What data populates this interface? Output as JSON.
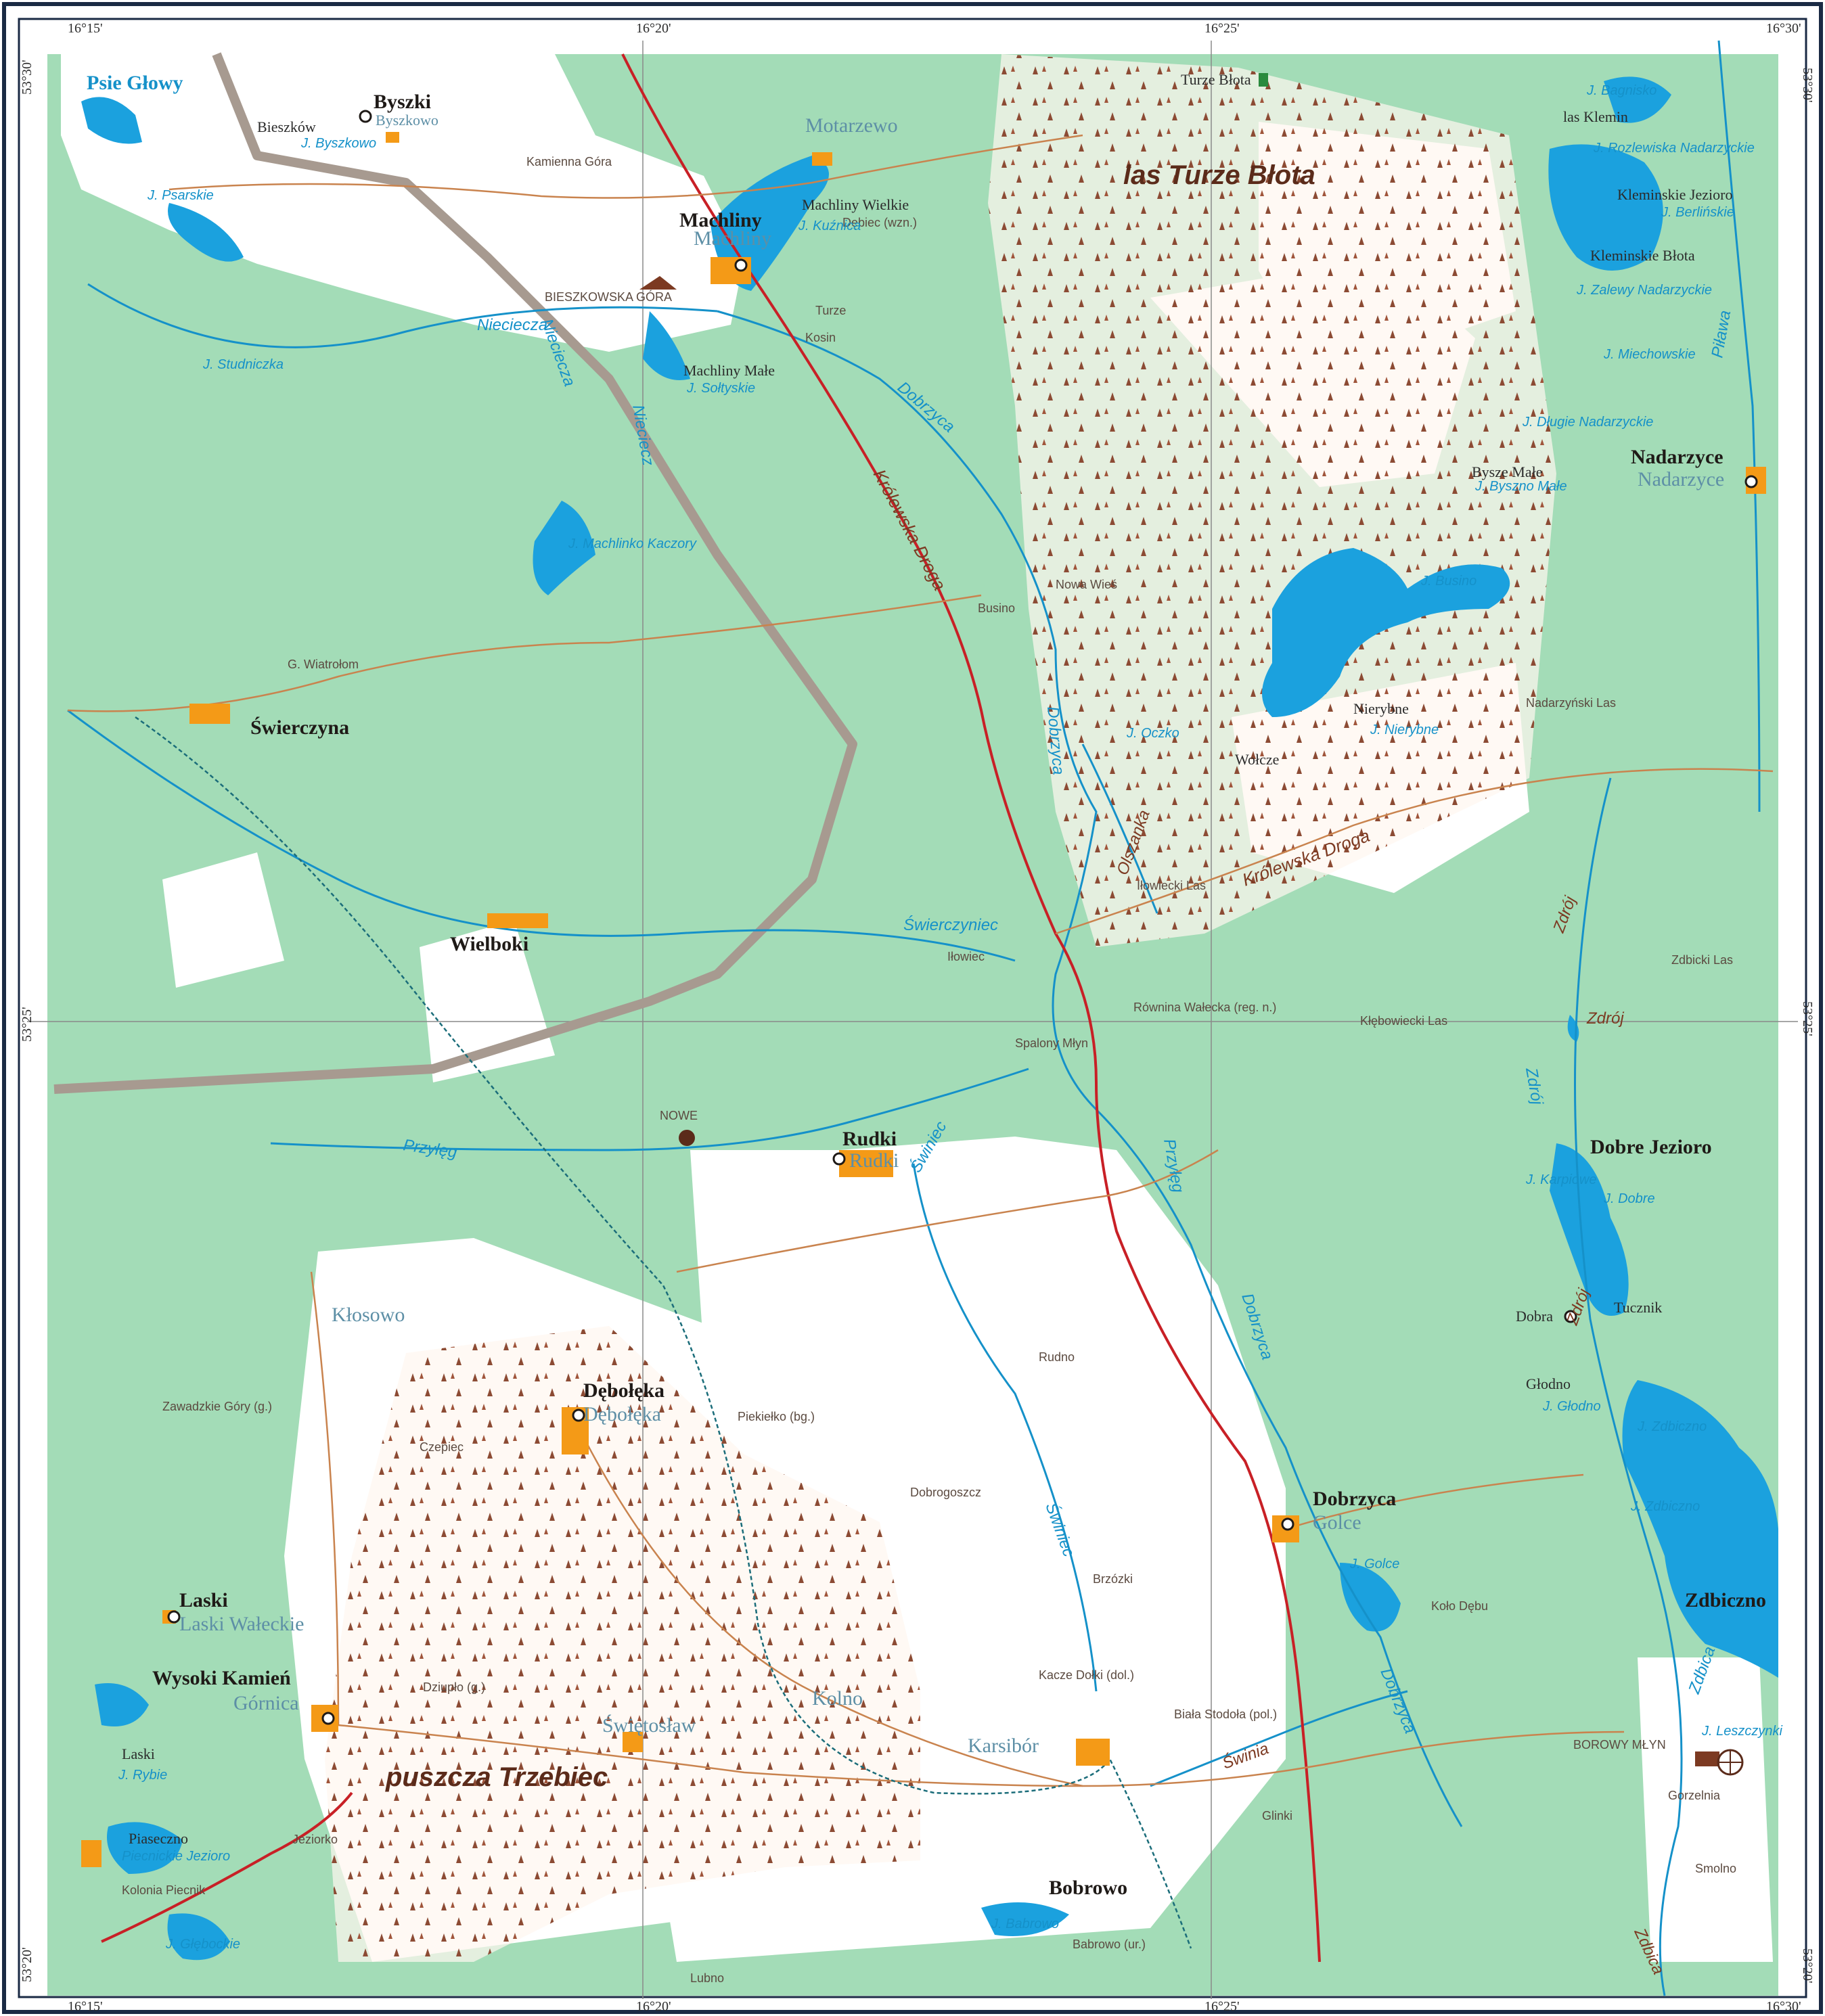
{
  "map": {
    "colors": {
      "forest": "#a3dcb7",
      "open": "#ffffff",
      "water": "#1ba1de",
      "river": "#1591c9",
      "settlement": "#f49a17",
      "main_road": "#c82026",
      "local_road": "#c9834e",
      "boundary": "#a79a90",
      "frame": "#1a2a44"
    },
    "coords": {
      "top": [
        "16°15'",
        "16°20'",
        "16°25'",
        "16°30'"
      ],
      "bottom": [
        "16°15'",
        "16°20'",
        "16°25'",
        "16°30'"
      ],
      "left": [
        "53°30'",
        "53°25'",
        "53°20'"
      ],
      "right": [
        "53°30'",
        "53°25'",
        "53°20'"
      ]
    },
    "places_major": [
      "Byszki",
      "Machliny",
      "Świerczyna",
      "Wielboki",
      "Rudki",
      "Dębołęka",
      "Dobrzyca",
      "Laski",
      "Wysoki Kamień",
      "Nadarzyce",
      "Świętosław",
      "Karsibór",
      "Kolno",
      "Bobrowo",
      "Zdbiczno",
      "Dobre Jezioro",
      "Psie Głowy"
    ],
    "places_secondary": [
      "Bieszków",
      "Machliny Wielkie",
      "Machliny Małe",
      "Motarzewo",
      "Kłosowo",
      "Bysze Małe",
      "Kleminskie Jezioro",
      "Kleminskie Błota",
      "las Klemin",
      "Dobra",
      "Głodno",
      "Tucznik",
      "Nierybne",
      "Wołcze",
      "Laski",
      "Piaseczno",
      "Turze Błota"
    ],
    "places_historic": [
      "Byszkowo",
      "Machliny",
      "Nadarzyce",
      "Rudki",
      "Dębołęka",
      "Golce",
      "Laski Wałeckie",
      "Górnica"
    ],
    "places_minor": [
      "Kamienna Góra",
      "Dębiec (wzn.)",
      "Turze",
      "Kosin",
      "BIESZKOWSKA GÓRA",
      "G. Wiatrołom",
      "Busino",
      "Nowa Wieś",
      "Iłowiec",
      "Spalony Młyn",
      "NOWE",
      "Równina Wałecka (reg. n.)",
      "Kłębowiecki Las",
      "Nadarzyński Las",
      "Zdbicki Las",
      "Iłowiecki Las",
      "Zawadzkie Góry (g.)",
      "Czepiec",
      "Piekiełko (bg.)",
      "Rudno",
      "Dobrogoszcz",
      "Brzózki",
      "Kacze Dołki (dol.)",
      "Biała Stodoła (pol.)",
      "Glinki",
      "Koło Dębu",
      "BOROWY MŁYN",
      "Gorzelnia",
      "Smolno",
      "Dziupło (g.)",
      "Jeziorko",
      "Kolonia Piecnik",
      "Lubno",
      "Babrowo (ur.)"
    ],
    "lakes": [
      "J. Psarskie",
      "J. Byszkowo",
      "J. Studniczka",
      "J. Kuźnica",
      "J. Sołtyskie",
      "J. Machlinko Kaczory",
      "J. Bagnisko",
      "J. Rozlewiska Nadarzyckie",
      "J. Berlińskie",
      "J. Zalewy Nadarzyckie",
      "J. Miechowskie",
      "J. Długie Nadarzyckie",
      "J. Byszno Małe",
      "J. Busino",
      "J. Oczko",
      "J. Nierybne",
      "J. Karpiowe",
      "J. Dobre",
      "J. Głodno",
      "J. Zdbiczno",
      "J. Zdbiczno",
      "J. Golce",
      "J. Leszczynki",
      "J. Rybie",
      "Piecnickie Jezioro",
      "J. Głębockie",
      "J. Babrowo"
    ],
    "rivers": [
      "Niecieczа",
      "Nieciecza",
      "Nieciecz",
      "Dobrzyca",
      "Dobrzyca",
      "Dobrzyca",
      "Dobrzyca",
      "Świerczyniec",
      "Przyłęg",
      "Przyłęg",
      "Świniec",
      "Świniec",
      "Świnia",
      "Olszanka",
      "Zdrój",
      "Zdrój",
      "Zdrój",
      "Zdrój",
      "Piława",
      "Zdbica",
      "Zdbica"
    ],
    "forests": [
      "las Turze Błota",
      "puszcza Trzebiec"
    ],
    "roads": [
      "Królewska Droga",
      "Królewska Droga"
    ]
  }
}
